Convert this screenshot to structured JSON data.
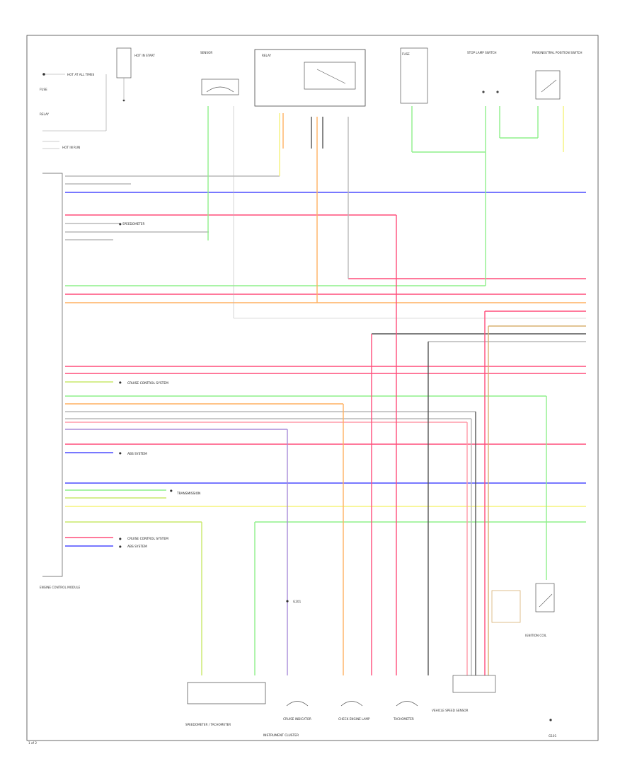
{
  "page": {
    "number_label": "1 of 2"
  },
  "wire_colors": {
    "red": "#ff4d7a",
    "pink": "#ff9aa8",
    "orange": "#ffb060",
    "yellow": "#f6f37a",
    "green": "#8ef08a",
    "lime": "#c9e86a",
    "blue": "#4b4bff",
    "violet": "#a78bd8",
    "gray": "#b9b9b9",
    "dark": "#555555",
    "tan": "#d8b070",
    "black": "#222222"
  },
  "labels": {
    "ecm": "ENGINE CONTROL MODULE",
    "cruise_1": "CRUISE CONTROL SYSTEM",
    "cruise_2": "CRUISE CONTROL SYSTEM",
    "abs_1": "ABS SYSTEM",
    "abs_2": "ABS SYSTEM",
    "transmission": "TRANSMISSION",
    "instrument_cluster": "INSTRUMENT CLUSTER",
    "speedometer_tach": "SPEEDOMETER / TACHOMETER",
    "cruise_indicator": "CRUISE INDICATOR",
    "check_engine": "CHECK ENGINE LAMP",
    "tachometer": "TACHOMETER",
    "ignition_coil": "IGNITION COIL",
    "vehicle_speed_sensor": "VEHICLE SPEED SENSOR",
    "fuse": "FUSE",
    "relay": "RELAY",
    "brake_switch": "STOP LAMP SWITCH",
    "neutral_switch": "PARK/NEUTRAL POSITION SWITCH",
    "sensor": "SENSOR",
    "hot_at_all_times": "HOT AT ALL TIMES",
    "hot_in_run": "HOT IN RUN",
    "hot_in_start": "HOT IN START",
    "g101": "G101",
    "g201": "G201"
  }
}
